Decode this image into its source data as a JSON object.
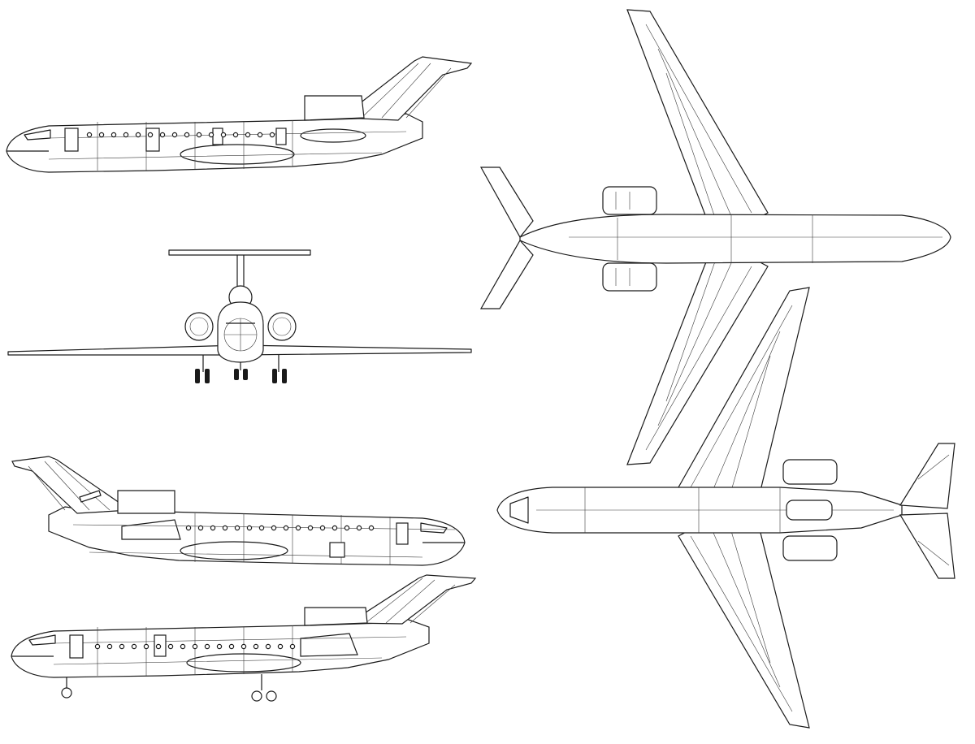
{
  "drawing": {
    "views": [
      {
        "name": "side-view-right"
      },
      {
        "name": "front-view"
      },
      {
        "name": "side-view-left"
      },
      {
        "name": "side-view-gear-down"
      },
      {
        "name": "bottom-view"
      },
      {
        "name": "top-view"
      }
    ],
    "line_color": "#1a1a1a",
    "background": "#ffffff"
  }
}
